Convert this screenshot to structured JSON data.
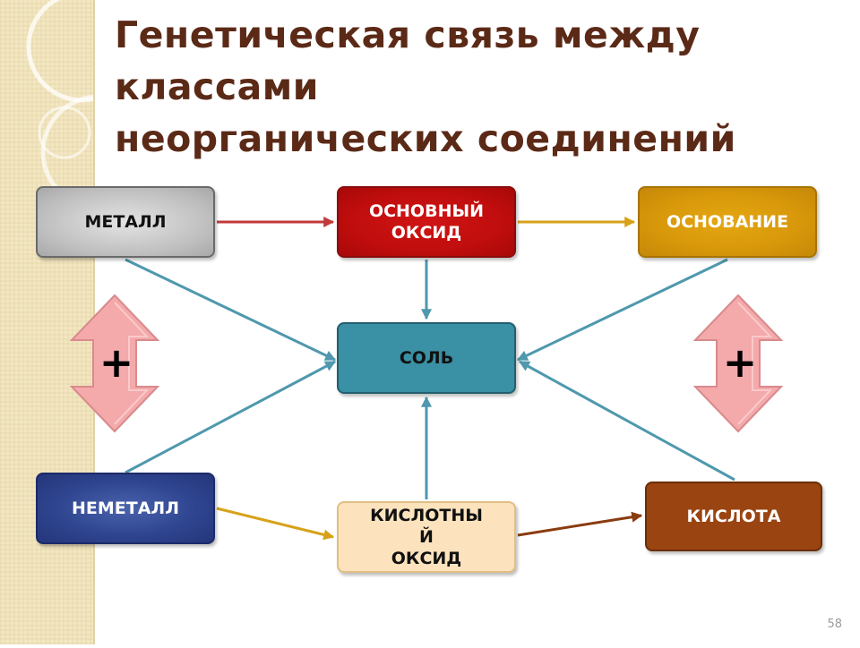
{
  "title": {
    "line1": "Генетическая связь между",
    "line2": "классами",
    "line3": "неорганических соединений"
  },
  "boxes": {
    "metal": "МЕТАЛЛ",
    "basic_oxide": "ОСНОВНЫЙ\nОКСИД",
    "base": "ОСНОВАНИЕ",
    "salt": "СОЛЬ",
    "nonmetal": "НЕМЕТАЛЛ",
    "acid_oxide": "КИСЛОТНЫ\nЙ\nОКСИД",
    "acid": "КИСЛОТА"
  },
  "plus_left": "+",
  "plus_right": "+",
  "page_number": "58",
  "icons": {
    "double_arrow_left": "double-arrow-icon",
    "double_arrow_right": "double-arrow-icon"
  },
  "colors": {
    "title": "#5b2a17",
    "metal": "#bdbdbd",
    "basic_oxide": "#c00d0d",
    "base": "#d7970a",
    "salt": "#3a90a4",
    "nonmetal": "#2f4590",
    "acid_oxide": "#fde3bd",
    "acid": "#9a4411",
    "connector": "#4f98ad",
    "double_arrow": "#f4a9ab"
  }
}
